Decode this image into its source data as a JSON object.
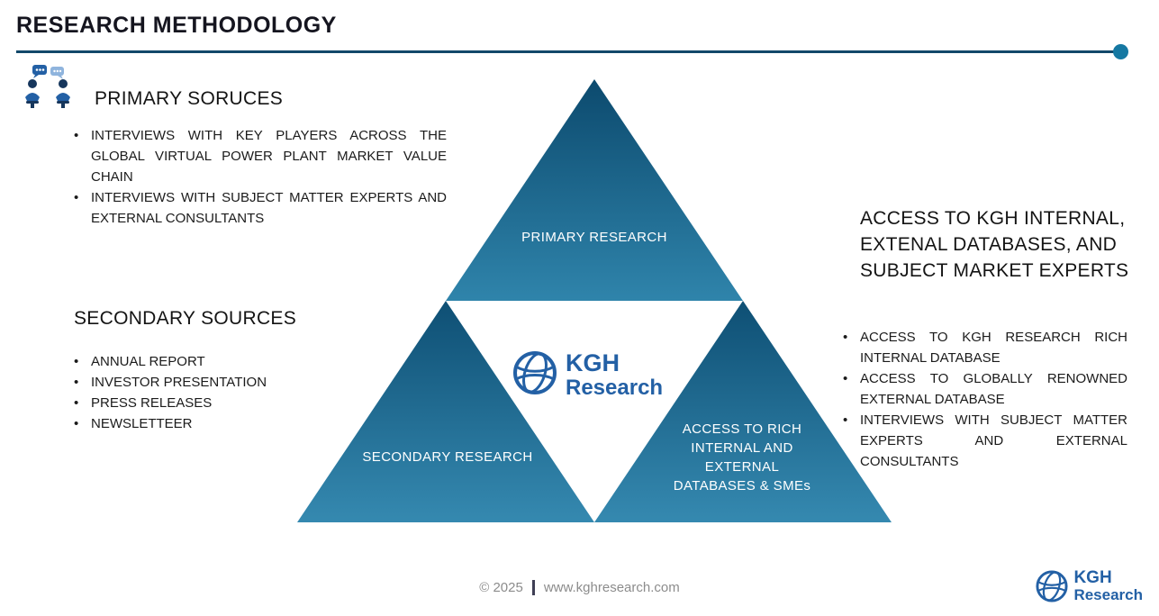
{
  "page": {
    "title": "RESEARCH METHODOLOGY"
  },
  "primary": {
    "heading": "PRIMARY SORUCES",
    "bullets": [
      "INTERVIEWS WITH KEY PLAYERS ACROSS THE GLOBAL VIRTUAL POWER PLANT MARKET VALUE CHAIN",
      "INTERVIEWS WITH SUBJECT MATTER EXPERTS AND EXTERNAL CONSULTANTS"
    ]
  },
  "secondary": {
    "heading": "SECONDARY SOURCES",
    "bullets": [
      "ANNUAL REPORT",
      "INVESTOR PRESENTATION",
      "PRESS RELEASES",
      "NEWSLETTEER"
    ]
  },
  "access": {
    "heading": "ACCESS TO KGH INTERNAL, EXTENAL DATABASES, AND SUBJECT MARKET EXPERTS",
    "bullets": [
      "ACCESS TO KGH RESEARCH RICH INTERNAL DATABASE",
      "ACCESS TO GLOBALLY RENOWNED EXTERNAL DATABASE",
      "INTERVIEWS WITH SUBJECT MATTER EXPERTS AND EXTERNAL CONSULTANTS"
    ]
  },
  "pyramid": {
    "primary_label": "PRIMARY RESEARCH",
    "secondary_label": "SECONDARY RESEARCH",
    "access_label": "ACCESS TO RICH INTERNAL AND EXTERNAL DATABASES & SMEs"
  },
  "logo": {
    "name_top": "KGH",
    "name_bottom": "Research",
    "icon": "globe-icon"
  },
  "footer": {
    "copyright": "© 2025",
    "website": "www.kghresearch.com"
  },
  "colors": {
    "accent_dark": "#12486a",
    "accent_dot": "#1578a2",
    "triangle_top": "#0c4a6e",
    "triangle_bottom": "#3589b0",
    "logo_blue": "#2360a5",
    "footer_gray": "#8c8c8c"
  }
}
